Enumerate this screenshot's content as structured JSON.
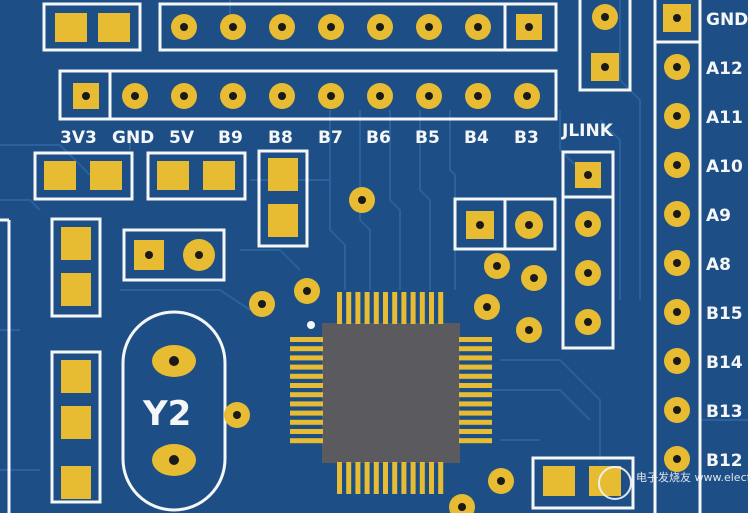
{
  "board": {
    "colors": {
      "board": "#1d4f86",
      "board_dark": "#163f70",
      "trace": "#2a5f99",
      "silkscreen": "#f4f6f8",
      "copper": "#e7bb32",
      "drill": "#1a1a1a",
      "chip": "#5b5b5f"
    },
    "header_labels": [
      "3V3",
      "GND",
      "5V",
      "B9",
      "B8",
      "B7",
      "B6",
      "B5",
      "B4",
      "B3"
    ],
    "jlink_label": "JLINK",
    "crystal_label": "Y2",
    "right_labels": [
      "GND",
      "A12",
      "A11",
      "A10",
      "A9",
      "A8",
      "B15",
      "B14",
      "B13",
      "B12"
    ],
    "watermark": "电子发烧友 www.elecfans.com"
  }
}
